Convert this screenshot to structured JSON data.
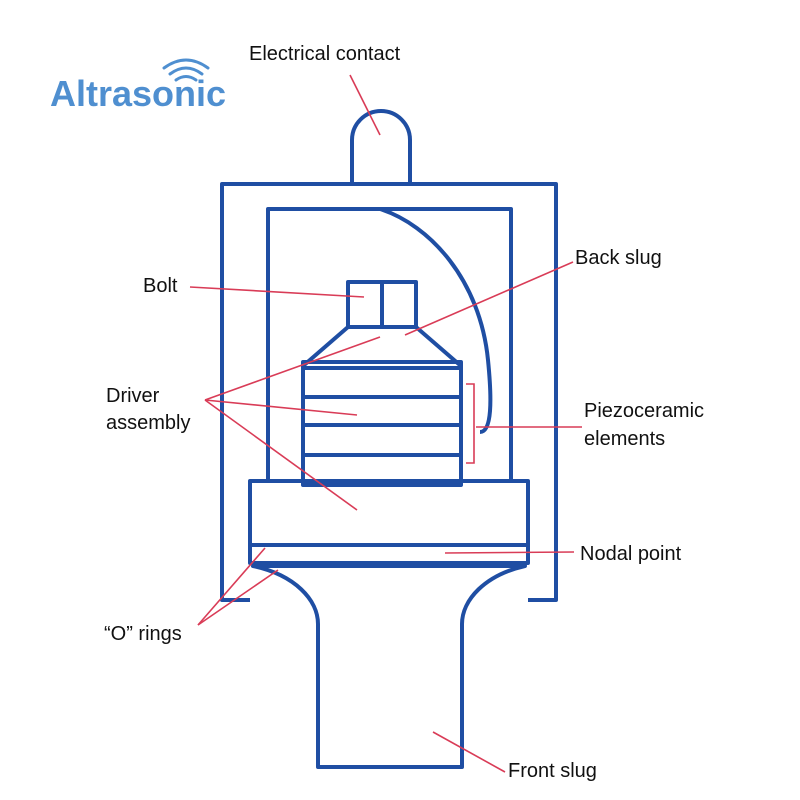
{
  "logo": {
    "text": "Altrasonic",
    "color": "#4f8fd0"
  },
  "colors": {
    "outline": "#1f4ea3",
    "leader": "#d93c57",
    "text": "#111111"
  },
  "labels": {
    "electrical_contact": "Electrical contact",
    "back_slug": "Back slug",
    "bolt": "Bolt",
    "driver_assembly_line1": "Driver",
    "driver_assembly_line2": "assembly",
    "piezoceramic_line1": "Piezoceramic",
    "piezoceramic_line2": "elements",
    "nodal_point": "Nodal point",
    "o_rings": "“O” rings",
    "front_slug": "Front slug"
  }
}
